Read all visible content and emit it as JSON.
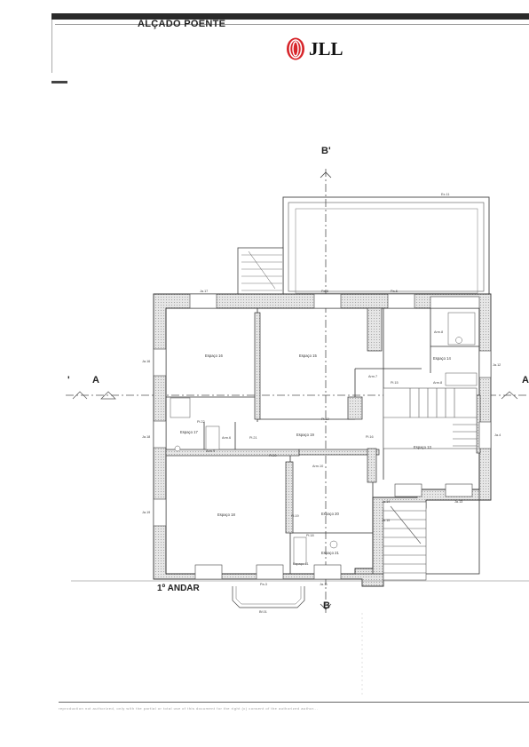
{
  "sheet": {
    "title": "ALÇADO POENTE",
    "brand": "JLL",
    "floor_label": "1º ANDAR",
    "bottom_note": "reproduction not authorized, only with the partial or total use of this document for the right (c) consent of the authorized author..."
  },
  "section_marks": {
    "b_top": "B'",
    "b_bottom": "B",
    "a_left": "A",
    "a_right": "A",
    "a_left_partial": "'"
  },
  "rooms": [
    {
      "id": "espaco-16",
      "label": "Espaço 16"
    },
    {
      "id": "espaco-15",
      "label": "Espaço 15"
    },
    {
      "id": "espaco-14",
      "label": "Espaço 14"
    },
    {
      "id": "espaco-17",
      "label": "Espaço 17"
    },
    {
      "id": "espaco-19",
      "label": "Espaço 19"
    },
    {
      "id": "espaco-13",
      "label": "Espaço 13"
    },
    {
      "id": "espaco-18",
      "label": "Espaço 18"
    },
    {
      "id": "espaco-20",
      "label": "Espaço 20"
    },
    {
      "id": "espaco-21",
      "label": "Espaço 21"
    }
  ],
  "tags": [
    {
      "id": "ja-17",
      "label": "Ja.17"
    },
    {
      "id": "pa-8",
      "label": "Pa.8"
    },
    {
      "id": "pa-6",
      "label": "Pa.6"
    },
    {
      "id": "ex-11",
      "label": "Ex.11"
    },
    {
      "id": "arm-8",
      "label": "Arm.8"
    },
    {
      "id": "arm-7",
      "label": "Arm.7"
    },
    {
      "id": "pi-15",
      "label": "Pi.15"
    },
    {
      "id": "ja-16",
      "label": "Ja.16"
    },
    {
      "id": "ja-12",
      "label": "Ja.12"
    },
    {
      "id": "pi-22",
      "label": "Pi.22"
    },
    {
      "id": "pi-12",
      "label": "Pi.12"
    },
    {
      "id": "pi-21",
      "label": "Pi.21"
    },
    {
      "id": "pi-16",
      "label": "Pi.16"
    },
    {
      "id": "arm-6",
      "label": "Arm.6"
    },
    {
      "id": "arm-9",
      "label": "Arm.9"
    },
    {
      "id": "arm-8b",
      "label": "Arm.8"
    },
    {
      "id": "ja-18",
      "label": "Ja.18"
    },
    {
      "id": "ja-4",
      "label": "Ja.4"
    },
    {
      "id": "pi-20",
      "label": "Pi.20"
    },
    {
      "id": "arm-10",
      "label": "Arm.10"
    },
    {
      "id": "ja-19",
      "label": "Ja.19"
    },
    {
      "id": "pi-19",
      "label": "Pi.19"
    },
    {
      "id": "ja-13",
      "label": "Ja.13"
    },
    {
      "id": "ja-14",
      "label": "Ja.14"
    },
    {
      "id": "ja-15",
      "label": "Ja.15"
    },
    {
      "id": "pi-18",
      "label": "Pi.18"
    },
    {
      "id": "espaco-11",
      "label": "Espaço 11"
    },
    {
      "id": "pa-3",
      "label": "Pa.3"
    },
    {
      "id": "ja-11",
      "label": "Ja.11"
    },
    {
      "id": "bt-01",
      "label": "Bf.01"
    }
  ]
}
